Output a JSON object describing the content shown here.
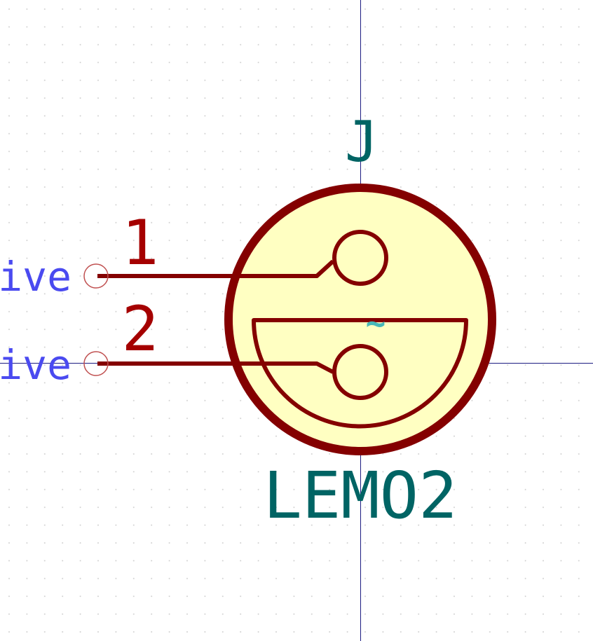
{
  "symbol": {
    "reference": "J",
    "value": "LEMO2",
    "pins": [
      {
        "number": "1",
        "electrical_type": "Passive"
      },
      {
        "number": "2",
        "electrical_type": "Passive"
      }
    ],
    "unit_marker": "~"
  },
  "colors": {
    "background": "#ffffff",
    "grid_dot": "#c8c8c8",
    "axis": "#1c1c82",
    "body_outline": "#840000",
    "body_fill": "#ffffc2",
    "pin": "#840000",
    "pin_number": "#a50000",
    "pin_type": "#4a4af0",
    "field_text": "#006464",
    "marker": "#48b8b8",
    "pin_end": "#c05050"
  }
}
